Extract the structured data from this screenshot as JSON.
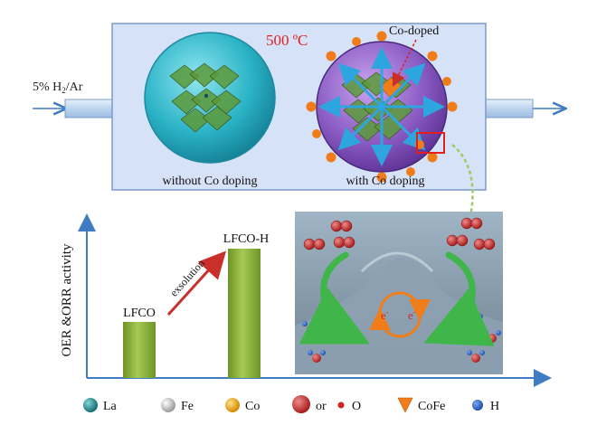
{
  "reactor": {
    "gas_label_main": "5% H",
    "gas_label_sub": "2",
    "gas_label_tail": "/Ar",
    "temperature": "500 ºC",
    "codoped_label": "Co-doped",
    "left_caption": "without Co doping",
    "right_caption": "with Co doping"
  },
  "chart": {
    "ylabel": "OER &ORR activity",
    "bar1_label": "LFCO",
    "bar2_label": "LFCO-H",
    "arrow_label": "exsolution"
  },
  "electron": {
    "left": "e",
    "right": "e",
    "sup": "-"
  },
  "legend": {
    "la": "La",
    "fe": "Fe",
    "co": "Co",
    "or": "or",
    "o": "O",
    "cofe": "CoFe",
    "h": "H"
  },
  "colors": {
    "reactor_fill": "#d6e2f7",
    "reactor_border": "#7a9bcc",
    "left_sphere": "#2bb3c6",
    "right_sphere": "#8a5cc4",
    "arrow_blue": "#2da6e0",
    "co_orange": "#f07d1a",
    "bar_green": "#8fb33b",
    "axis_blue": "#3f7cc4",
    "exsolution_red": "#c9302c",
    "title_red": "#e02020"
  }
}
